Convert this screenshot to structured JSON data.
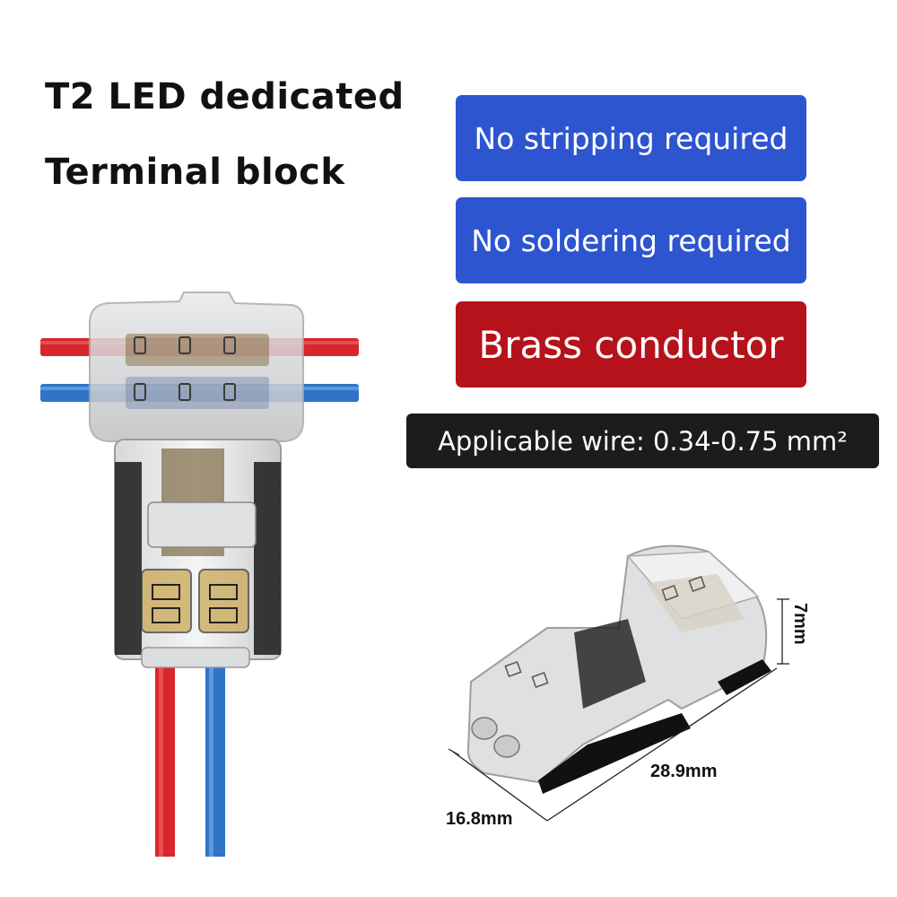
{
  "title": {
    "line1": "T2 LED dedicated",
    "line2": "Terminal block"
  },
  "badges": {
    "no_stripping": "No stripping required",
    "no_soldering": "No soldering required",
    "brass": "Brass conductor",
    "wire": "Applicable wire: 0.34-0.75 mm²"
  },
  "dimensions": {
    "length": "28.9mm",
    "width": "16.8mm",
    "height": "7mm"
  },
  "colors": {
    "blue_badge": "#2d55d0",
    "red_badge": "#b5121b",
    "dark_badge": "#1c1c1c",
    "wire_red": "#d8262b",
    "wire_blue": "#2f74c7"
  }
}
